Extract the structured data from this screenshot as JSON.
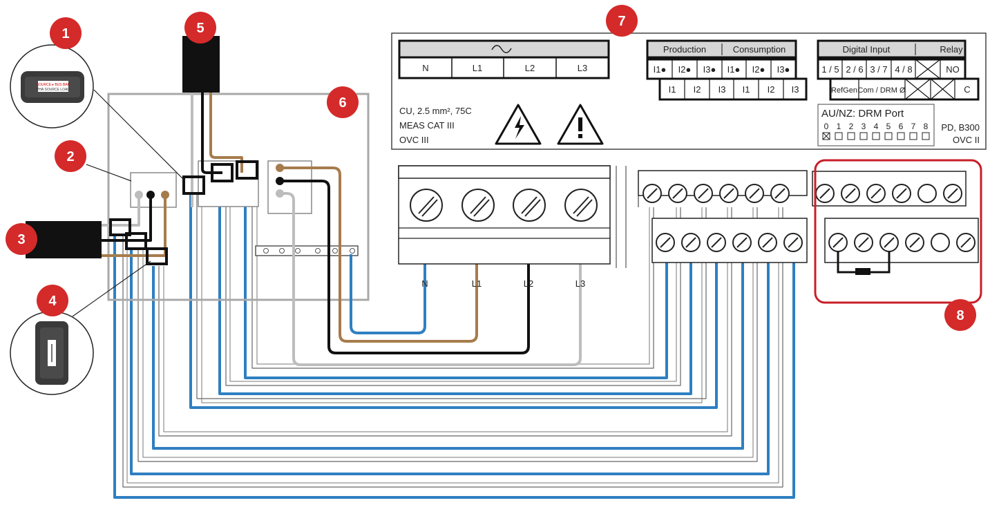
{
  "callouts": [
    "1",
    "2",
    "3",
    "4",
    "5",
    "6",
    "7",
    "8"
  ],
  "device_label": {
    "ac_symbol": "~",
    "ac_terminals": [
      "N",
      "L1",
      "L2",
      "L3"
    ],
    "spec_lines": [
      "CU, 2.5 mm², 75C",
      "MEAS CAT III",
      "OVC III"
    ],
    "production_header": "Production",
    "consumption_header": "Consumption",
    "ct_top_row": [
      "I1●",
      "I2●",
      "I3●",
      "I1●",
      "I2●",
      "I3●"
    ],
    "ct_bottom_row": [
      "I1",
      "I2",
      "I3",
      "I1",
      "I2",
      "I3"
    ],
    "digital_input_header": "Digital Input",
    "relay_header": "Relay",
    "di_top_row": [
      "1 / 5",
      "2 / 6",
      "3 / 7",
      "4 / 8",
      "",
      "NO"
    ],
    "di_bottom_row": [
      "RefGen",
      "Com / DRM Ø",
      "",
      "",
      "C"
    ],
    "drm_title": "AU/NZ: DRM Port",
    "drm_numbers": [
      "0",
      "1",
      "2",
      "3",
      "4",
      "5",
      "6",
      "7",
      "8"
    ],
    "right_spec_lines": [
      "PD, B300",
      "OVC II"
    ]
  },
  "terminal_labels": [
    "N",
    "L1",
    "L2",
    "L3"
  ],
  "sticker_text": [
    "SOURCE ▸ BUS BAR",
    "PHA SOURCE LOAD"
  ],
  "colors": {
    "badge_red": "#d42a2a",
    "wire_blue": "#2f7fc1",
    "wire_brown": "#a67c4c",
    "wire_black": "#111111",
    "wire_grey": "#b9b9b9",
    "enclosure_grey": "#a8a8a8",
    "highlight_red": "#c81e28"
  }
}
